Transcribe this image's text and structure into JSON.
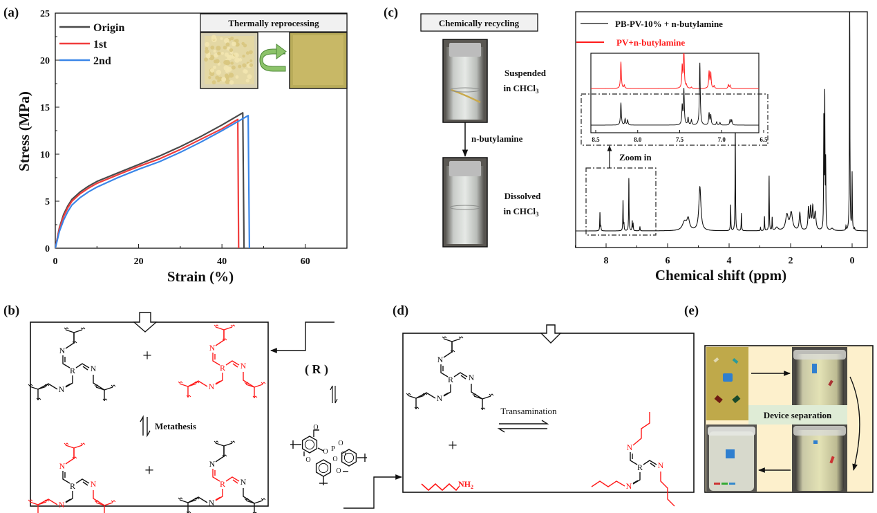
{
  "panel_labels": {
    "a": "(a)",
    "b": "(b)",
    "c": "(c)",
    "d": "(d)",
    "e": "(e)"
  },
  "colors": {
    "origin": "#4a4a4a",
    "first": "#f03c3c",
    "second": "#3a86e8",
    "red_species": "#ff1a1a",
    "black_species": "#111111",
    "device_band": "#dfecd6",
    "device_bg": "#fdf0cc",
    "recycle_arrow": "#7ab55c"
  },
  "chart_data": [
    {
      "type": "line",
      "panel": "a",
      "xlabel": "Strain (%)",
      "ylabel": "Stress (MPa)",
      "xlim": [
        0,
        70
      ],
      "ylim": [
        0,
        25
      ],
      "xticks": [
        "0",
        "20",
        "40",
        "60"
      ],
      "yticks": [
        "0",
        "5",
        "10",
        "15",
        "20",
        "25"
      ],
      "grid": false,
      "legend_placement": "top-left",
      "series": [
        {
          "name": "Origin",
          "color": "#4a4a4a",
          "x": [
            0,
            1,
            2,
            3,
            4,
            6,
            8,
            10,
            15,
            20,
            25,
            30,
            35,
            40,
            45,
            45.3
          ],
          "y": [
            0,
            2.2,
            3.6,
            4.5,
            5.2,
            6.0,
            6.6,
            7.1,
            8.0,
            8.9,
            9.8,
            10.8,
            11.9,
            13.1,
            14.4,
            0
          ]
        },
        {
          "name": "1st",
          "color": "#f03c3c",
          "x": [
            0,
            1,
            2,
            3,
            4,
            6,
            8,
            10,
            15,
            20,
            25,
            30,
            35,
            40,
            43.8,
            44.0
          ],
          "y": [
            0,
            2.1,
            3.4,
            4.3,
            5.0,
            5.8,
            6.4,
            6.9,
            7.8,
            8.7,
            9.5,
            10.5,
            11.6,
            12.7,
            13.7,
            0
          ]
        },
        {
          "name": "2nd",
          "color": "#3a86e8",
          "x": [
            0,
            1,
            2,
            3,
            4,
            6,
            8,
            10,
            15,
            20,
            25,
            30,
            35,
            40,
            46.3,
            46.6
          ],
          "y": [
            0,
            1.8,
            3.0,
            3.9,
            4.6,
            5.4,
            6.0,
            6.5,
            7.5,
            8.4,
            9.2,
            10.2,
            11.3,
            12.5,
            14.1,
            0
          ]
        }
      ],
      "inset": {
        "title": "Thermally reprocessing"
      }
    },
    {
      "type": "line",
      "panel": "c",
      "xlabel": "Chemical shift (ppm)",
      "ylabel": "",
      "xlim": [
        9,
        -0.5
      ],
      "xticks": [
        "8",
        "6",
        "4",
        "2",
        "0"
      ],
      "grid": false,
      "legend_placement": "top-left",
      "legend": [
        {
          "name": "PB-PV-10% + n-butylamine",
          "color": "#111111"
        },
        {
          "name": "PV+n-butylamine",
          "color": "#ff1a1a"
        }
      ],
      "main_spectrum_peaks": [
        {
          "ppm": 8.2,
          "i": 0.085
        },
        {
          "ppm": 8.17,
          "i": 0.02
        },
        {
          "ppm": 7.45,
          "i": 0.14
        },
        {
          "ppm": 7.42,
          "i": 0.03
        },
        {
          "ppm": 7.26,
          "i": 0.24
        },
        {
          "ppm": 7.15,
          "i": 0.045
        },
        {
          "ppm": 7.12,
          "i": 0.03
        },
        {
          "ppm": 6.9,
          "i": 0.02
        },
        {
          "ppm": 5.45,
          "i": 0.04,
          "w": 0.08
        },
        {
          "ppm": 5.33,
          "i": 0.05,
          "w": 0.05
        },
        {
          "ppm": 4.95,
          "i": 0.2,
          "w": 0.04
        },
        {
          "ppm": 3.95,
          "i": 0.12
        },
        {
          "ppm": 3.8,
          "i": 0.5
        },
        {
          "ppm": 3.6,
          "i": 0.08
        },
        {
          "ppm": 2.98,
          "i": 0.015
        },
        {
          "ppm": 2.85,
          "i": 0.065
        },
        {
          "ppm": 2.7,
          "i": 0.25
        },
        {
          "ppm": 2.6,
          "i": 0.06
        },
        {
          "ppm": 2.45,
          "i": 0.015,
          "w": 0.05
        },
        {
          "ppm": 2.12,
          "i": 0.07,
          "w": 0.05
        },
        {
          "ppm": 1.98,
          "i": 0.08,
          "w": 0.05
        },
        {
          "ppm": 1.7,
          "i": 0.08,
          "w": 0.025
        },
        {
          "ppm": 1.42,
          "i": 0.1,
          "w": 0.02
        },
        {
          "ppm": 1.35,
          "i": 0.1,
          "w": 0.02
        },
        {
          "ppm": 1.28,
          "i": 0.1,
          "w": 0.02
        },
        {
          "ppm": 1.2,
          "i": 0.08,
          "w": 0.03
        },
        {
          "ppm": 0.92,
          "i": 0.5
        },
        {
          "ppm": 0.89,
          "i": 0.6
        },
        {
          "ppm": 0.86,
          "i": 0.3
        },
        {
          "ppm": 0.65,
          "i": 0.01,
          "w": 0.05
        },
        {
          "ppm": 0.2,
          "i": 0.02
        },
        {
          "ppm": 0.08,
          "i": 1.2
        },
        {
          "ppm": 0.0,
          "i": 0.26
        },
        {
          "ppm": -0.08,
          "i": 0.01
        }
      ],
      "inset": {
        "xlim": [
          8.5,
          6.5
        ],
        "xticks": [
          "8.5",
          "8.0",
          "7.5",
          "7.0",
          "6.5"
        ],
        "annotation": "Zoom in",
        "red_peaks": [
          {
            "ppm": 8.2,
            "i": 0.43
          },
          {
            "ppm": 8.16,
            "i": 0.05
          },
          {
            "ppm": 7.47,
            "i": 0.35
          },
          {
            "ppm": 7.45,
            "i": 0.62
          },
          {
            "ppm": 7.42,
            "i": 0.05
          },
          {
            "ppm": 7.36,
            "i": 0.02
          },
          {
            "ppm": 7.15,
            "i": 0.27
          },
          {
            "ppm": 7.13,
            "i": 0.25
          },
          {
            "ppm": 7.09,
            "i": 0.04
          },
          {
            "ppm": 6.92,
            "i": 0.06
          },
          {
            "ppm": 6.9,
            "i": 0.05
          }
        ],
        "black_peaks": [
          {
            "ppm": 8.2,
            "i": 0.36
          },
          {
            "ppm": 8.15,
            "i": 0.1
          },
          {
            "ppm": 8.12,
            "i": 0.08
          },
          {
            "ppm": 7.47,
            "i": 0.3
          },
          {
            "ppm": 7.45,
            "i": 0.57
          },
          {
            "ppm": 7.4,
            "i": 0.12
          },
          {
            "ppm": 7.36,
            "i": 0.08
          },
          {
            "ppm": 7.26,
            "i": 1.0
          },
          {
            "ppm": 7.15,
            "i": 0.19
          },
          {
            "ppm": 7.13,
            "i": 0.16
          },
          {
            "ppm": 7.06,
            "i": 0.05
          },
          {
            "ppm": 7.02,
            "i": 0.04
          },
          {
            "ppm": 6.9,
            "i": 0.09
          },
          {
            "ppm": 6.88,
            "i": 0.08
          }
        ]
      }
    }
  ],
  "panel_c_left": {
    "title": "Chemically recycling",
    "state1_line1": "Suspended",
    "state1_line2": "in CHCl",
    "state2_line1": "Dissolved",
    "state2_line2": "in CHCl",
    "subscript": "3",
    "reagent": "n-butylamine"
  },
  "panel_b": {
    "plus": "+",
    "reaction": "Metathesis",
    "atom_n": "N",
    "atom_r": "R",
    "r_label": "( R )",
    "atom_o": "O",
    "atom_p": "P"
  },
  "panel_d": {
    "plus": "+",
    "reaction": "Transamination",
    "amine": "NH",
    "amine_sub": "2"
  },
  "panel_e": {
    "caption": "Device separation"
  }
}
